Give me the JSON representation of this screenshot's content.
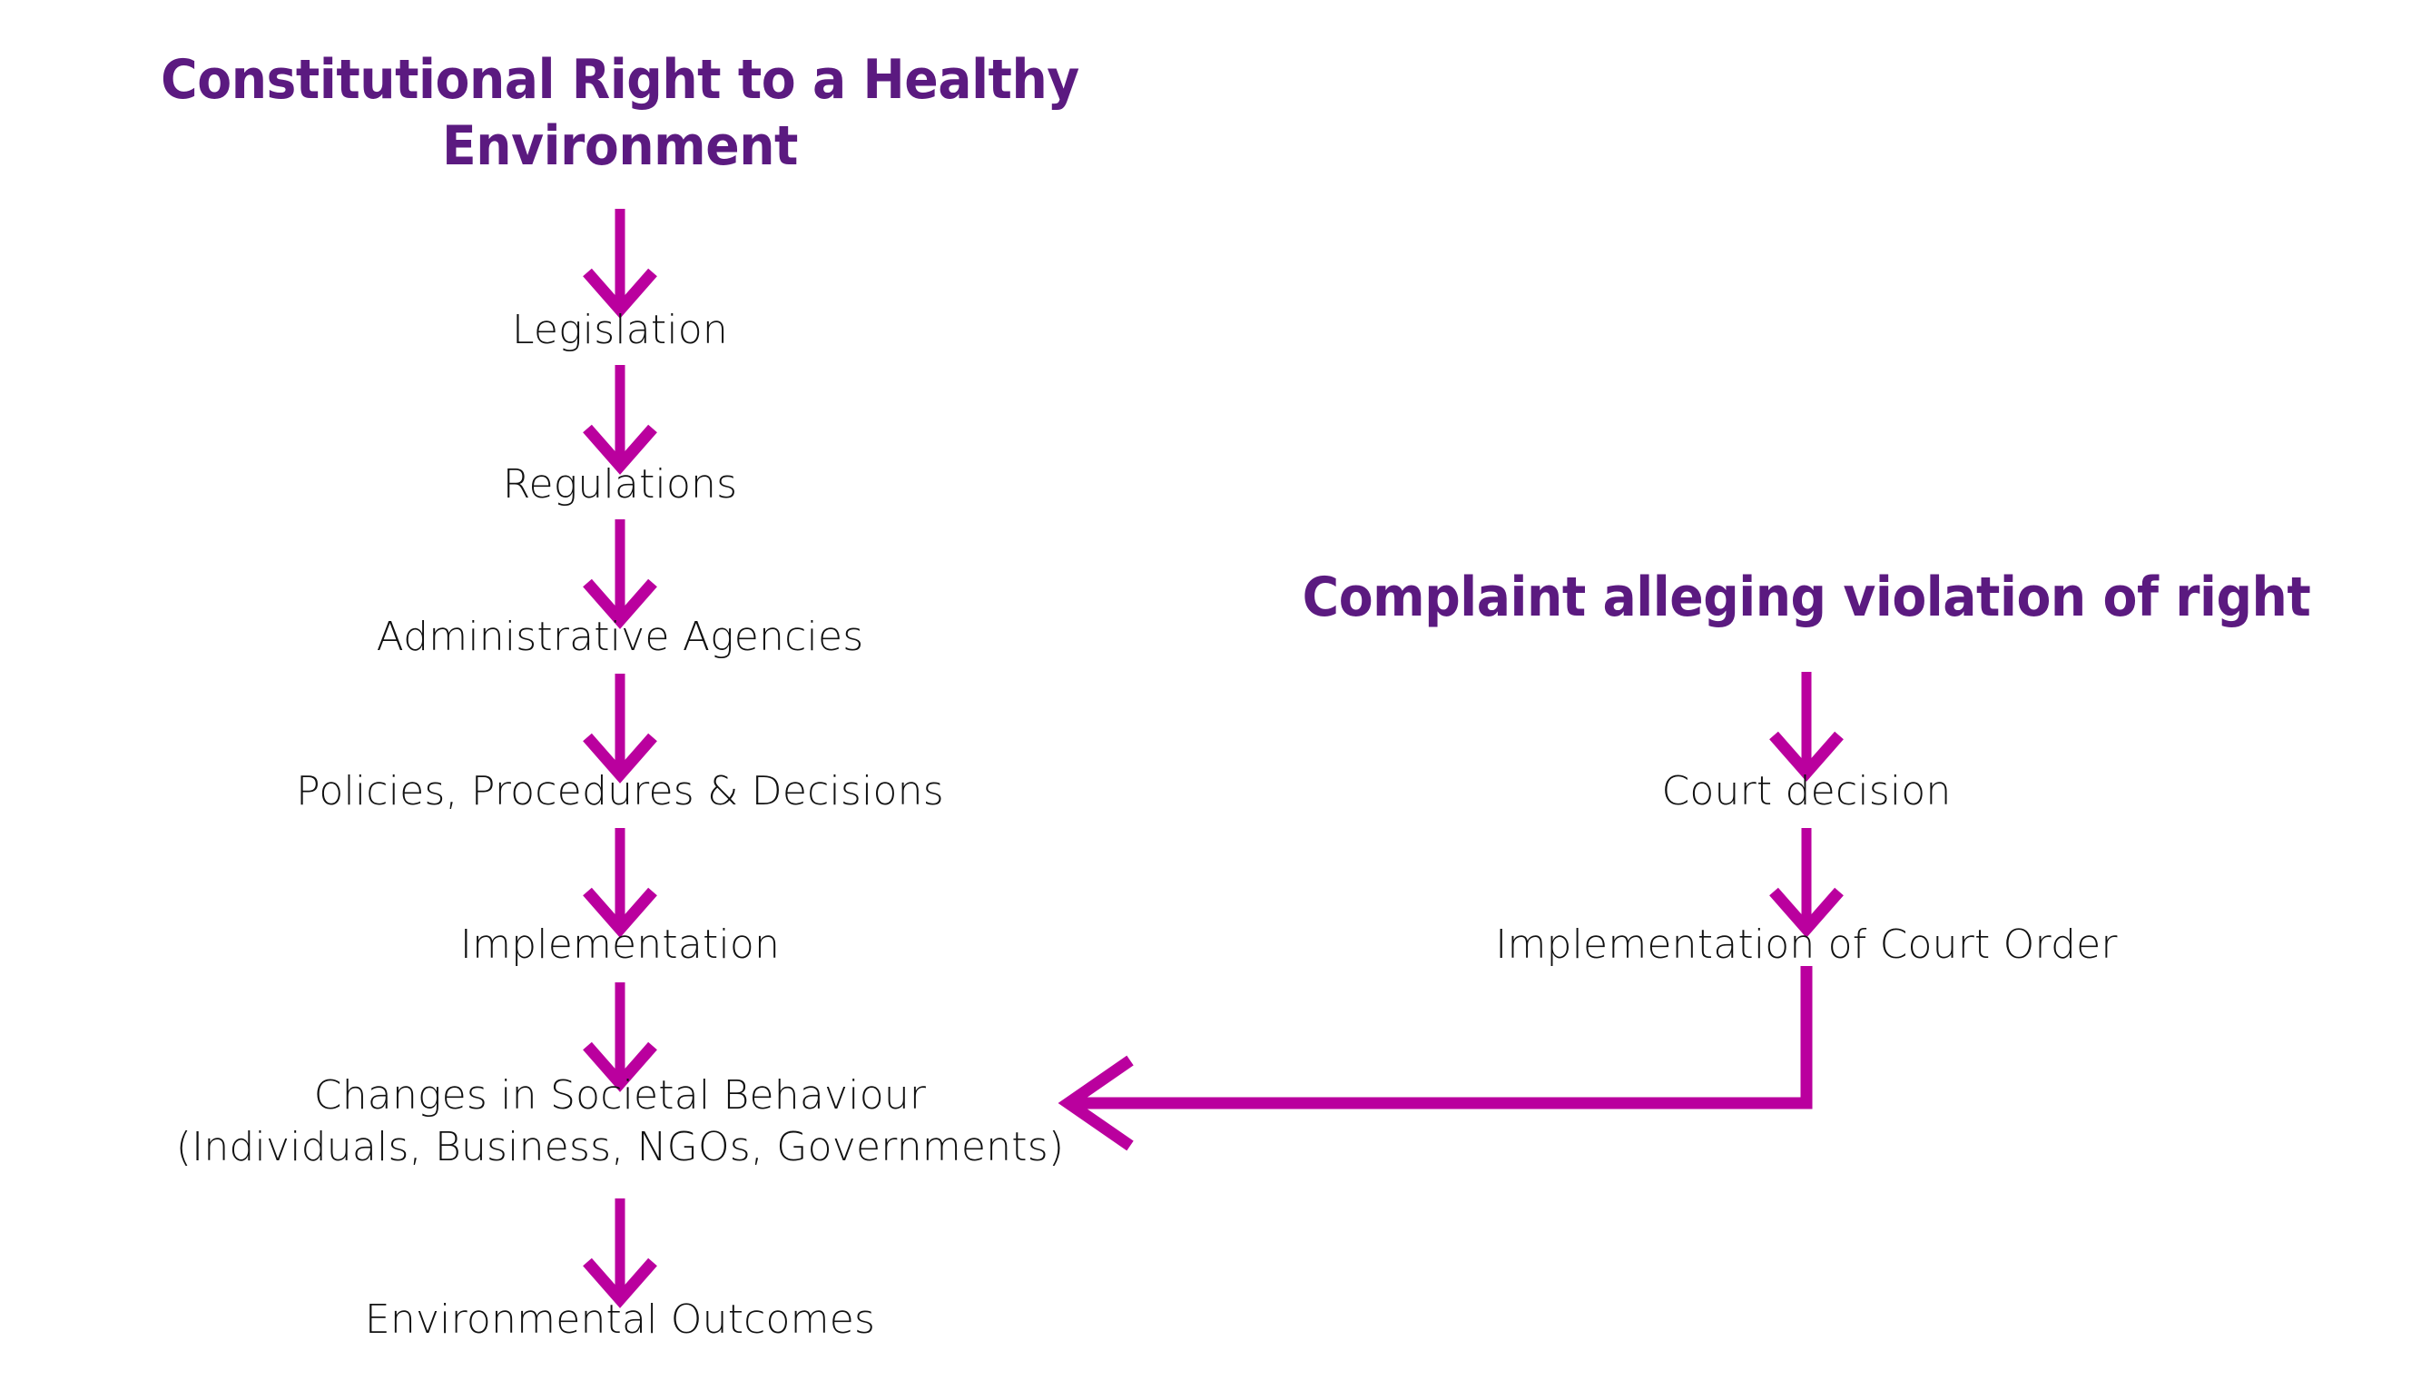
{
  "diagram": {
    "background_color": "#ffffff",
    "heading_color": "#5B1A80",
    "arrow_color": "#BA009E",
    "label_color": "#111111",
    "left_flow": {
      "heading": "Constitutional Right to a Healthy\nEnvironment",
      "steps": [
        "Legislation",
        "Regulations",
        "Administrative Agencies",
        "Policies, Procedures & Decisions",
        "Implementation",
        "Changes in Societal Behaviour\n(Individuals, Business, NGOs, Governments)",
        "Environmental Outcomes"
      ]
    },
    "right_flow": {
      "heading": "Complaint alleging violation of right",
      "steps": [
        "Court decision",
        "Implementation of Court Order"
      ]
    },
    "connector": {
      "name": "court-order-to-societal-behaviour",
      "description": "elbow arrow from Implementation of Court Order left into Changes in Societal Behaviour"
    }
  }
}
